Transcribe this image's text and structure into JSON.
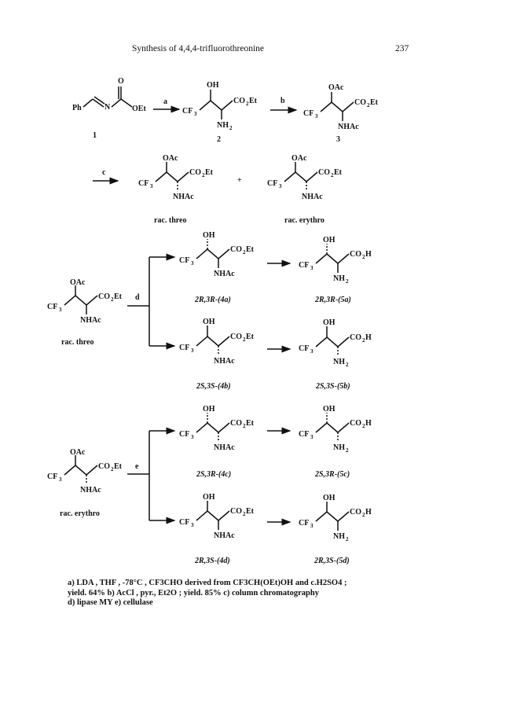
{
  "header": {
    "title": "Synthesis of 4,4,4-trifluorothreonine",
    "page_number": "237"
  },
  "scheme": {
    "compound_1_label": "1",
    "compound_2_label": "2",
    "compound_3_label": "3",
    "step_a": "a",
    "step_b": "b",
    "step_c": "c",
    "step_d": "d",
    "step_e": "e",
    "plus": "+",
    "rac_threo": "rac. threo",
    "rac_erythro": "rac. erythro",
    "label_4a": "2R,3R-(4a)",
    "label_5a": "2R,3R-(5a)",
    "label_4b": "2S,3S-(4b)",
    "label_5b": "2S,3S-(5b)",
    "label_4c": "2S,3R-(4c)",
    "label_5c": "2S,3R-(5c)",
    "label_4d": "2R,3S-(4d)",
    "label_5d": "2R,3S-(5d)"
  },
  "footnote": {
    "line1": "a) LDA , THF , -78°C , CF3CHO derived from CF3CH(OEt)OH and c.H2SO4 ;",
    "line2": "yield. 64%  b) AcCl , pyr., Et2O ; yield. 85%  c) column chromatography",
    "line3": "d) lipase MY  e) cellulase"
  }
}
